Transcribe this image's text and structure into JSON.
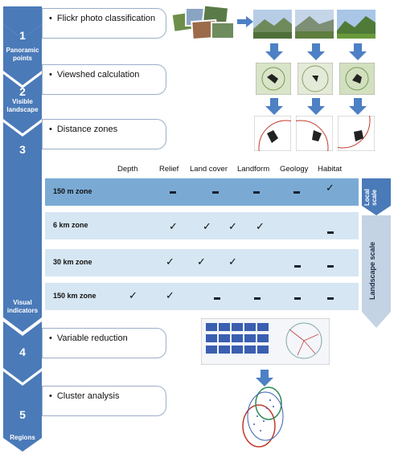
{
  "steps": [
    {
      "number": "1",
      "label": "Panoramic points",
      "task": "Flickr photo classification"
    },
    {
      "number": "2",
      "label": "Visible landscape",
      "task": "Viewshed calculation"
    },
    {
      "number": "3",
      "label": "",
      "task": "Distance zones"
    },
    {
      "number": "",
      "label": "Visual indicators",
      "task": ""
    },
    {
      "number": "4",
      "label": "",
      "task": "Variable reduction"
    },
    {
      "number": "5",
      "label": "Regions",
      "task": "Cluster analysis"
    }
  ],
  "table": {
    "headers": [
      "Depth",
      "Relief",
      "Land cover",
      "Landform",
      "Geology",
      "Habitat"
    ],
    "rows": [
      {
        "zone": "150 m zone",
        "cells": [
          "",
          "dash",
          "dash",
          "dash",
          "dash",
          "check"
        ]
      },
      {
        "zone": "6 km zone",
        "cells": [
          "",
          "check",
          "check",
          "check",
          "",
          "dash"
        ]
      },
      {
        "zone": "30 km zone",
        "cells": [
          "",
          "check",
          "check",
          "check",
          "dash",
          "dash"
        ]
      },
      {
        "zone": "150 km zone",
        "cells": [
          "check",
          "check",
          "dash",
          "dash",
          "dash",
          "dash"
        ]
      }
    ],
    "scale_labels": {
      "local": "Local scale",
      "landscape": "Landscape scale"
    }
  },
  "symbols": {
    "check": "✓",
    "bullet": "•"
  },
  "colors": {
    "main_arrow": "#4a7ab8",
    "row_dark": "#7aaad4",
    "row_light": "#d6e6f3",
    "scale_arrow": "#c3d3e3",
    "small_arrow": "#4d80c4"
  }
}
